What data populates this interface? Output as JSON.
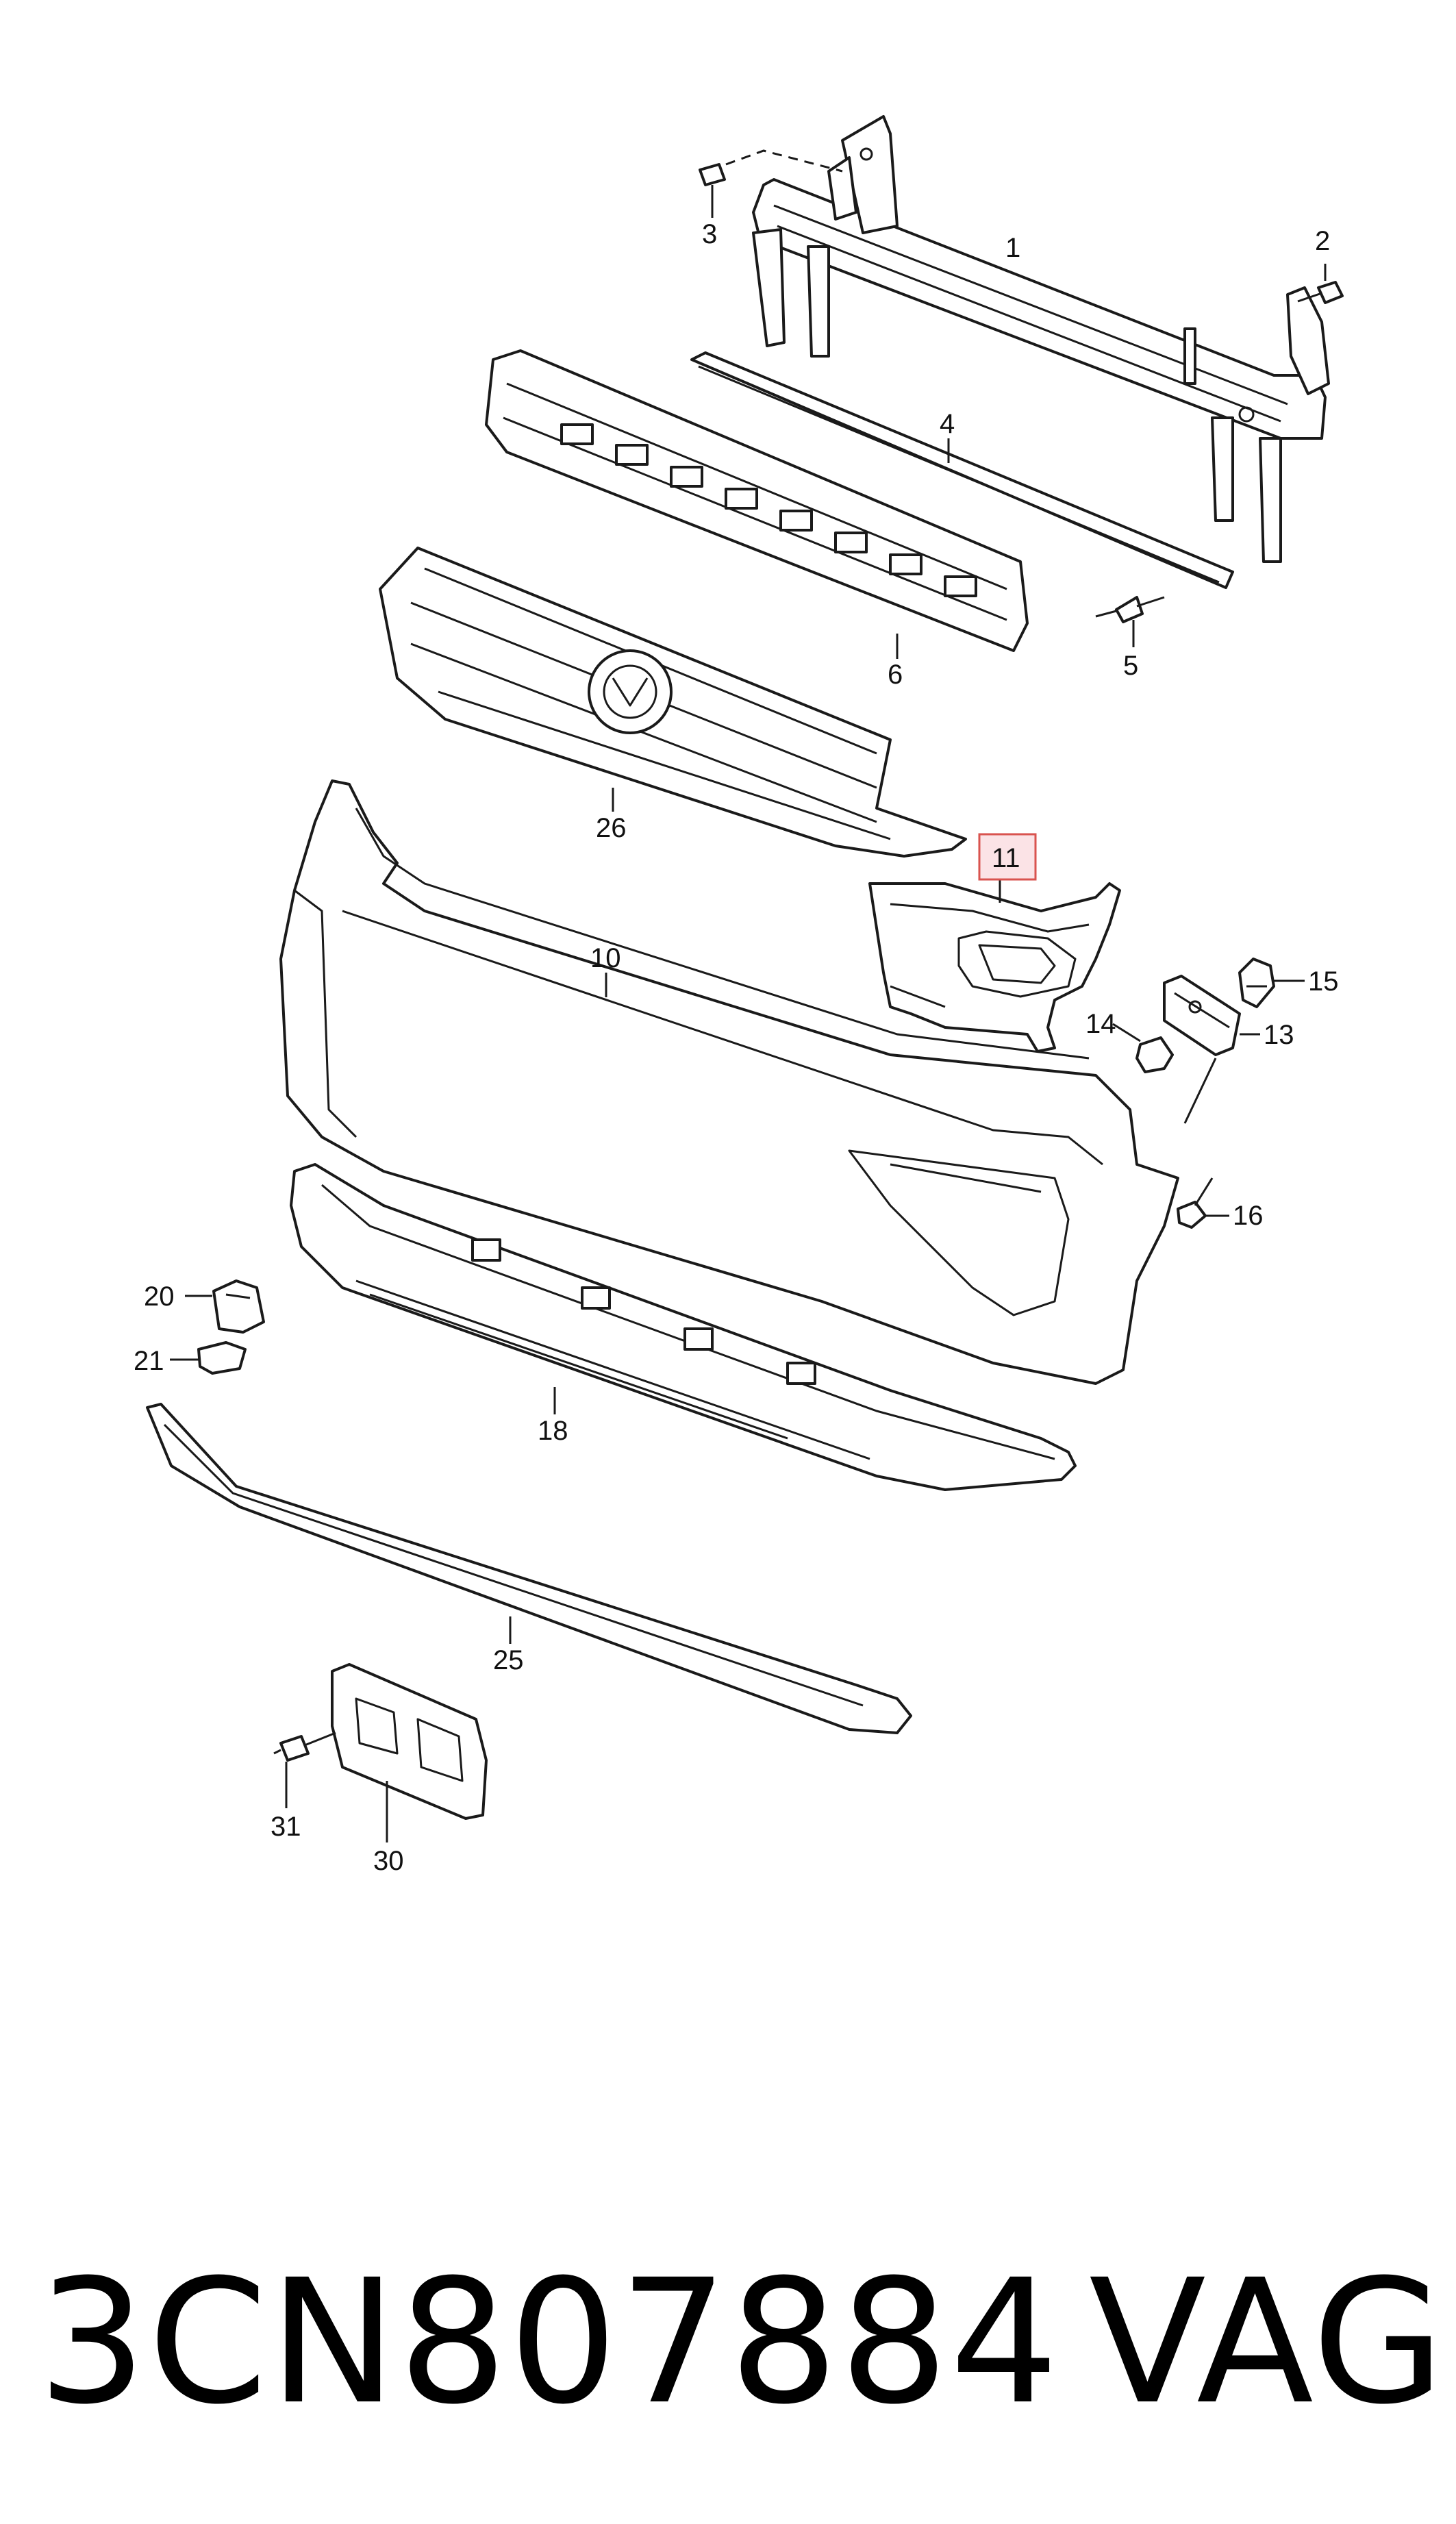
{
  "callouts": {
    "c1": "1",
    "c2": "2",
    "c3": "3",
    "c4": "4",
    "c5": "5",
    "c6": "6",
    "c10": "10",
    "c11": "11",
    "c13": "13",
    "c14": "14",
    "c15": "15",
    "c16": "16",
    "c18": "18",
    "c20": "20",
    "c21": "21",
    "c25": "25",
    "c26": "26",
    "c30": "30",
    "c31": "31"
  },
  "highlighted_callout": "11",
  "colors": {
    "highlight_fill": "#fbe3e6",
    "highlight_stroke": "#d9534f",
    "line": "#1a1a1a"
  },
  "footer": {
    "part_number": "3CN807884",
    "brand": "VAG"
  }
}
